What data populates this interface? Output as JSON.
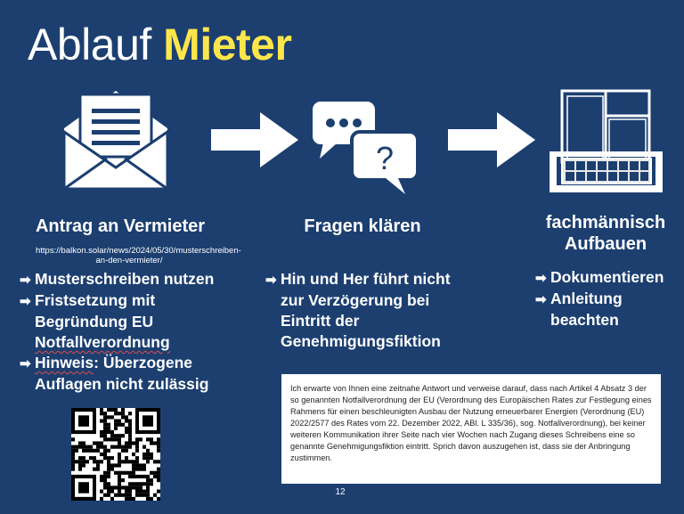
{
  "title": {
    "part1": "Ablauf ",
    "part2": "Mieter"
  },
  "columns": [
    {
      "heading": "Antrag an Vermieter",
      "url": "https://balkon.solar/news/2024/05/30/musterschreiben-an-den-vermieter/",
      "bullets": [
        "Musterschreiben nutzen",
        "Fristsetzung mit Begründung EU Notfallverordnung",
        "Hinweis: Überzogene Auflagen nicht zulässig"
      ]
    },
    {
      "heading": "Fragen klären",
      "bullets": [
        "Hin und Her führt nicht zur Verzögerung bei Eintritt der Genehmigungsfiktion"
      ]
    },
    {
      "heading": "fachmännisch Aufbauen",
      "bullets": [
        "Dokumentieren",
        "Anleitung beachten"
      ]
    }
  ],
  "quote_text": "Ich erwarte von Ihnen eine zeitnahe Antwort und verweise darauf, dass nach Artikel 4 Absatz 3 der so genannten Notfallverordnung der EU  (Verordnung des Europäischen Rates zur Festlegung eines Rahmens für einen beschleunigten Ausbau der Nutzung erneuerbarer Energien (Verordnung (EU) 2022/2577 des Rates vom 22. Dezember 2022, ABl. L 335/36), sog. Notfallverordnung), bei keiner weiteren Kommunikation ihrer Seite nach vier Wochen nach Zugang dieses Schreibens eine so genannte Genehmigungsfiktion eintritt. Sprich davon auszugehen ist, dass sie der Anbringung zustimmen.",
  "page_number": "12",
  "icons": [
    "envelope-icon",
    "arrow-right-icon",
    "chat-bubbles-icon",
    "question-icon",
    "balcony-solar-icon",
    "qr-code"
  ],
  "colors": {
    "background": "#1c3f70",
    "title_accent": "#fde64b",
    "text": "#ffffff"
  }
}
